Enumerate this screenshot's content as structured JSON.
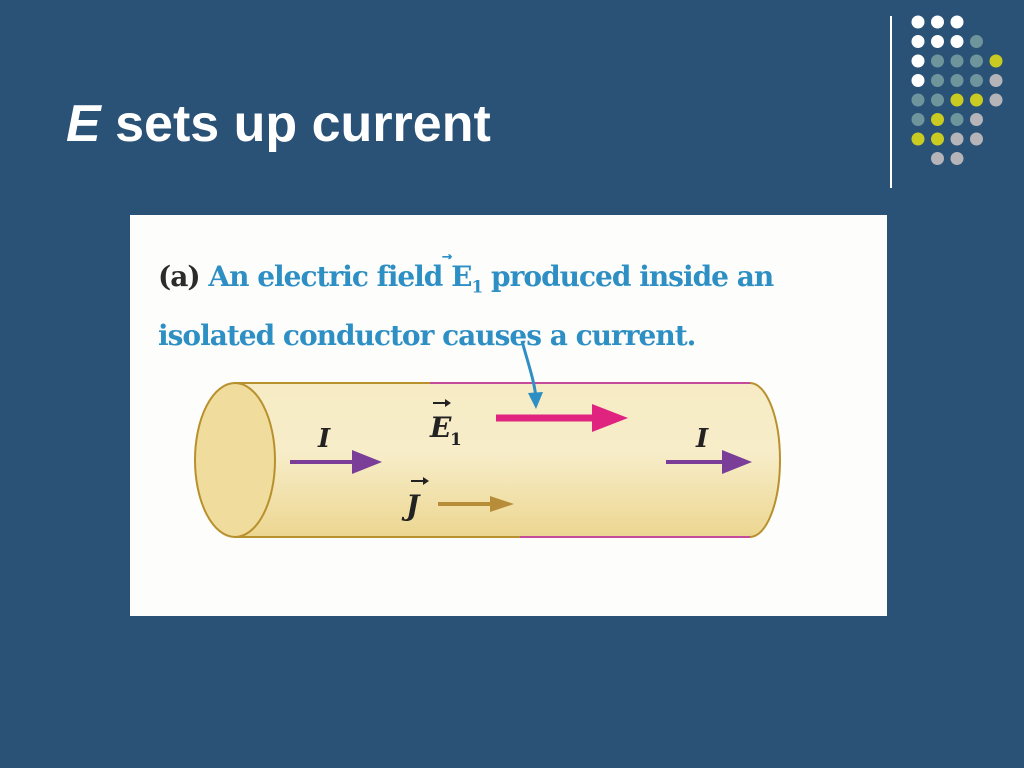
{
  "slide": {
    "title_var": "E",
    "title_rest": " sets up current",
    "background_color": "#2a5176",
    "dot_colors": [
      "#ffffff",
      "#6f959c",
      "#c9cb23",
      "#b5b5b9"
    ]
  },
  "figure": {
    "caption_tag": "(a)",
    "caption_line1_pre": " An electric field ",
    "caption_field_symbol": "E",
    "caption_field_subscript": "1",
    "caption_line1_post": " produced inside an",
    "caption_line2": "isolated conductor causes a current.",
    "label_field": "E",
    "label_field_subscript": "1",
    "label_current_left": "I",
    "label_current_right": "I",
    "label_current_density": "J",
    "colors": {
      "caption": "#2e8fc4",
      "field_arrow": "#e0237f",
      "current_arrow": "#7a3d98",
      "density_arrow": "#b88d3a",
      "conductor_fill": "#f5e4a4",
      "conductor_edge": "#b8902e",
      "pointer": "#2e8fc4"
    }
  }
}
